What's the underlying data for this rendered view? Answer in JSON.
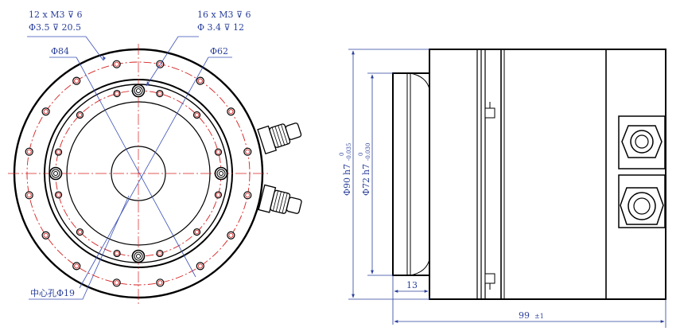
{
  "front_view": {
    "callout_tl_line1": "12 x M3 ⊽ 6",
    "callout_tl_line2": "Φ3.5 ⊽ 20.5",
    "callout_tr_line1": "16 x M3 ⊽ 6",
    "callout_tr_line2": "Φ 3.4 ⊽ 12",
    "dia_outer": "Φ84",
    "dia_inner": "Φ62",
    "center_hole": "中心孔Φ19"
  },
  "side_view": {
    "dia_large": "Φ90",
    "dia_large_fit": "h7",
    "dia_large_upper": "0",
    "dia_large_lower": "-0.035",
    "dia_small": "Φ72",
    "dia_small_fit": "h7",
    "dia_small_upper": "0",
    "dia_small_lower": "-0.030",
    "flange_length": "13",
    "overall_length": "99",
    "overall_tol": "±1"
  },
  "colors": {
    "ink": "#000000",
    "dimension": "#2a3f9a",
    "center_line": "#d62020",
    "leader": "#3a4fb5"
  }
}
